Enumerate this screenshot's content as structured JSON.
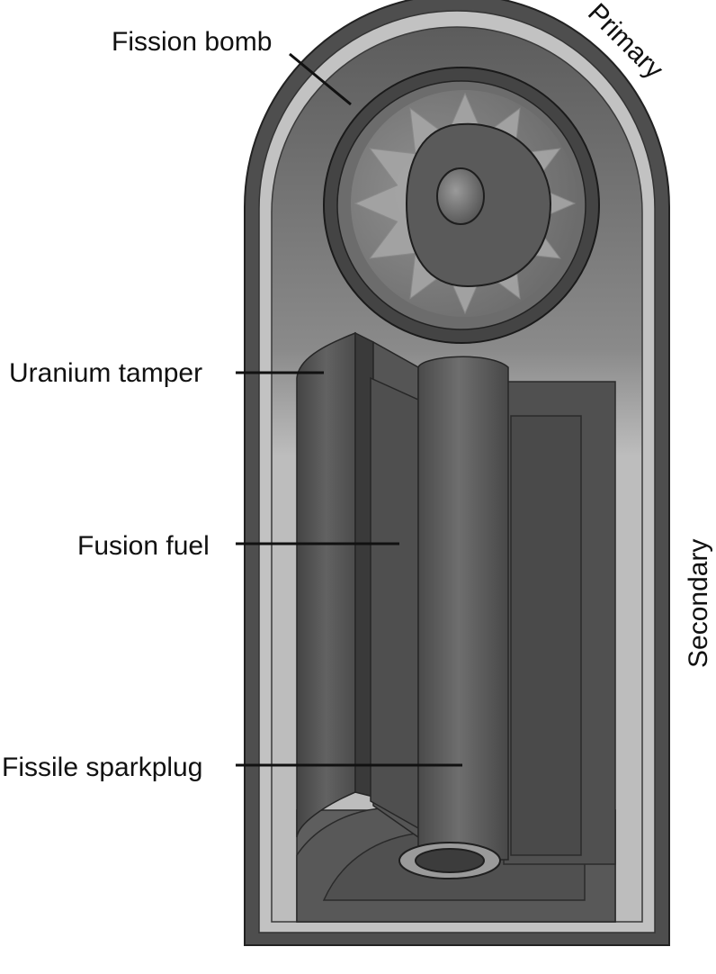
{
  "labels": {
    "fission_bomb": "Fission bomb",
    "uranium_tamper": "Uranium tamper",
    "fusion_fuel": "Fusion fuel",
    "fissile_sparkplug": "Fissile sparkplug",
    "primary": "Primary",
    "secondary": "Secondary"
  },
  "colors": {
    "outer_light": "#c4c4c4",
    "outer_dark": "#505050",
    "body_dark": "#636363",
    "body_light": "#b9b9b9",
    "circle_dark": "#3e3e3e",
    "cylinder_dark": "#4a4a4a",
    "star_light": "#a8a8a8",
    "line": "#111111"
  }
}
